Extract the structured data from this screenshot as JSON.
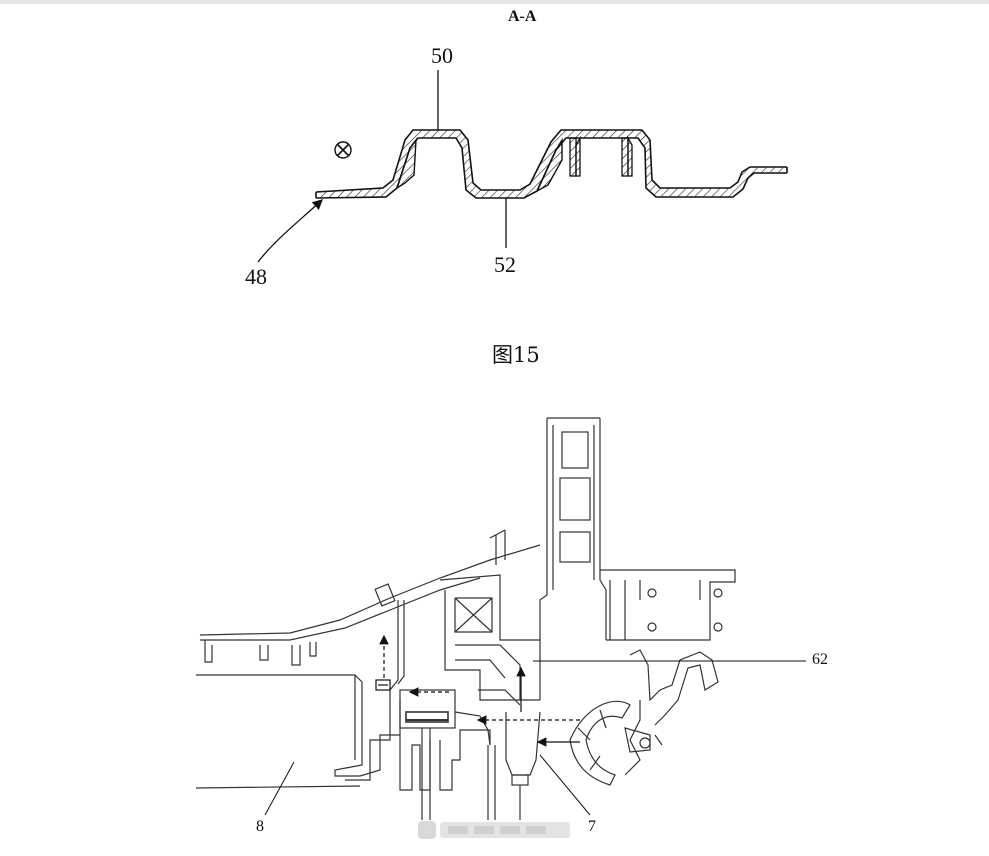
{
  "figure_top": {
    "section_label": "A-A",
    "references": {
      "ref_50": "50",
      "ref_48": "48",
      "ref_52": "52"
    },
    "caption": "图15"
  },
  "figure_bottom": {
    "references": {
      "ref_62": "62",
      "ref_8": "8",
      "ref_7": "7"
    }
  }
}
